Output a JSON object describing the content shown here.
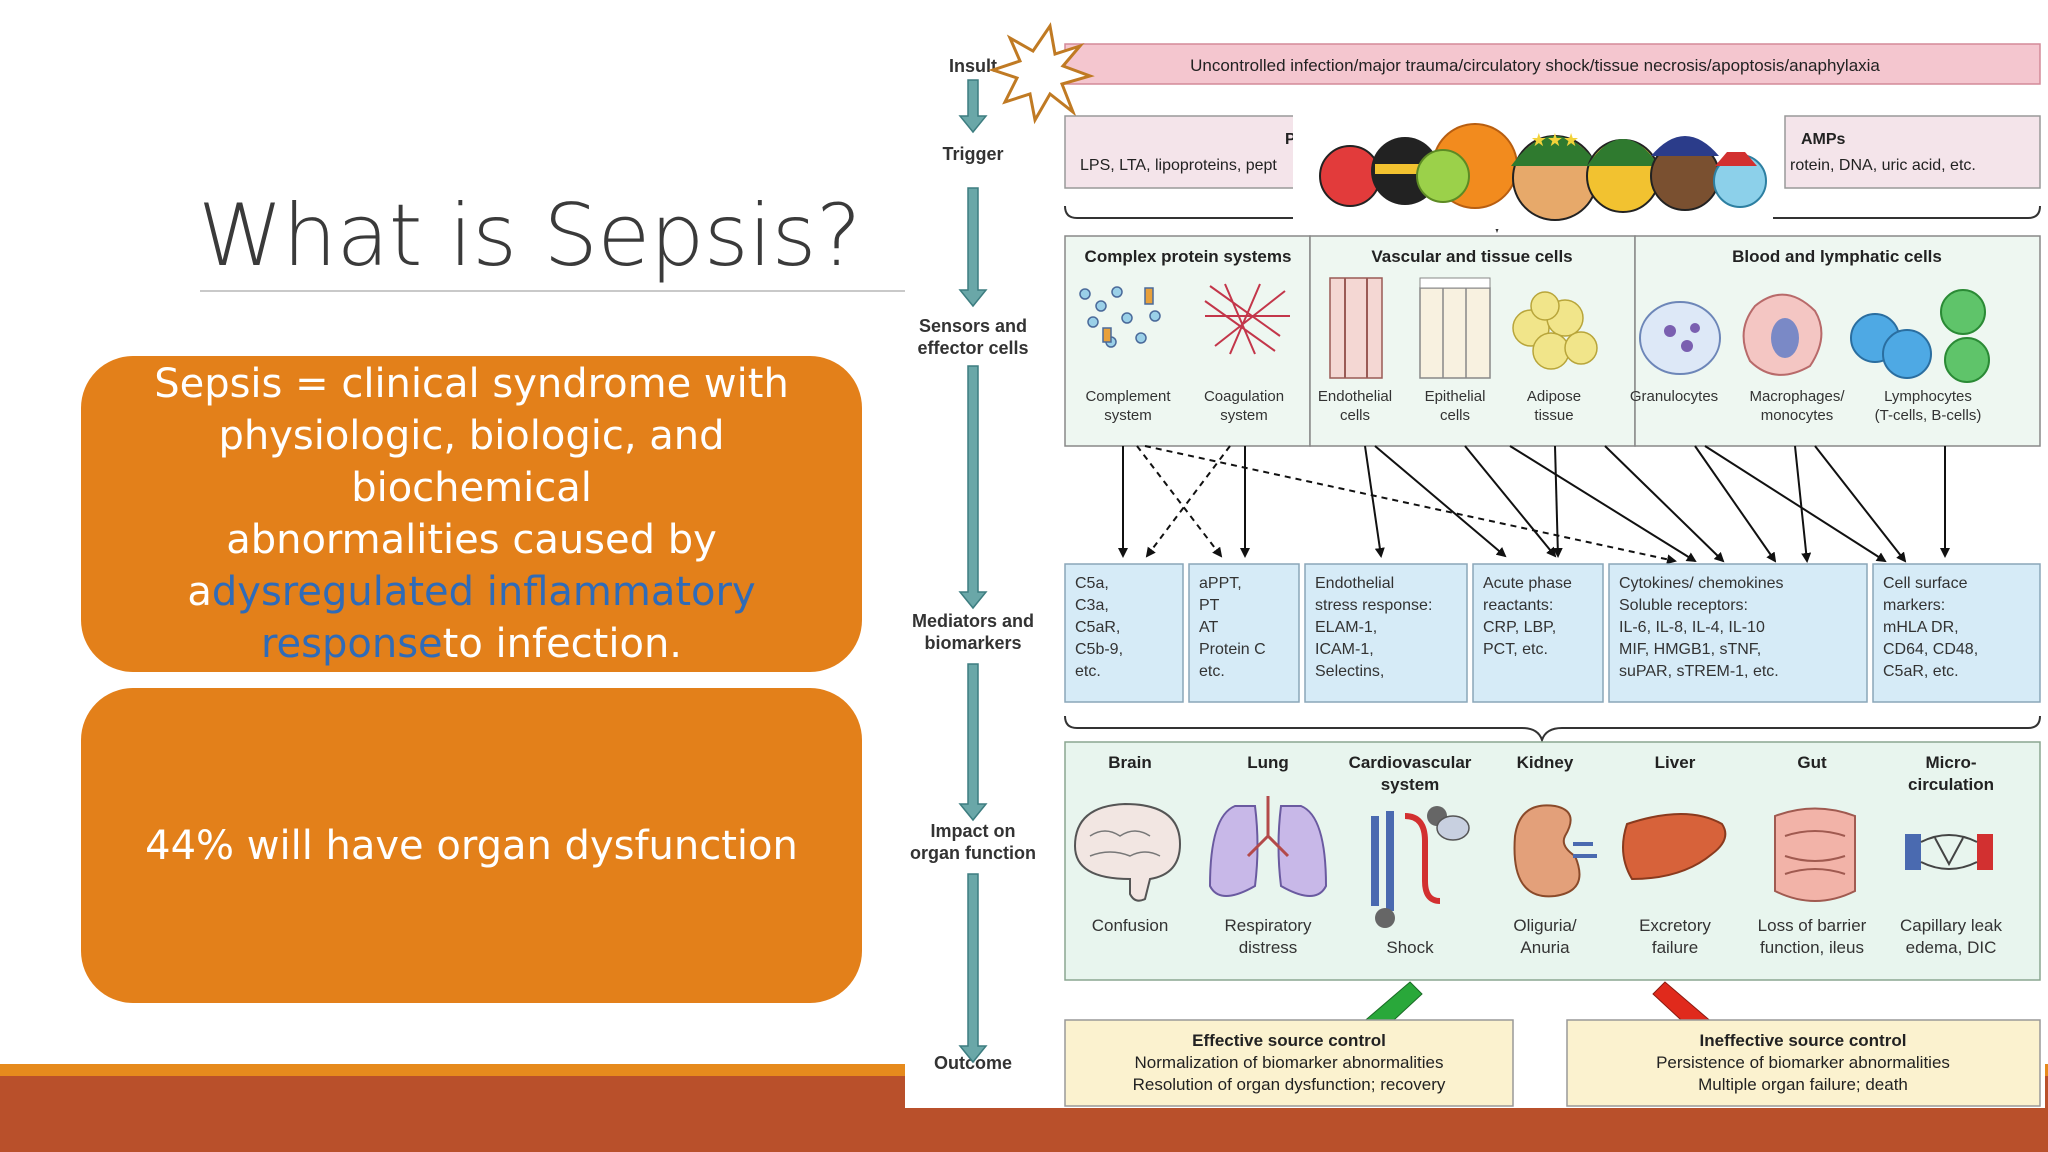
{
  "slide": {
    "title": "What is Sepsis?",
    "box1": {
      "line1": "Sepsis = clinical syndrome with",
      "line2": "physiologic, biologic, and biochemical",
      "line3": "abnormalities caused by",
      "pre": "a",
      "highlight1": "dysregulated inflammatory",
      "highlight2": "response",
      "post": "to infection."
    },
    "box2": {
      "text": "44% will have organ dysfunction"
    },
    "colors": {
      "box": "#e3801a",
      "highlight": "#2f6bb8",
      "band_top": "#e68a1d",
      "band_bottom": "#b9502b"
    }
  },
  "diagram": {
    "stages": {
      "insult": "Insult",
      "trigger": "Trigger",
      "sensors1": "Sensors and",
      "sensors2": "effector cells",
      "mediators1": "Mediators and",
      "mediators2": "biomarkers",
      "impact1": "Impact on",
      "impact2": "organ function",
      "outcome": "Outcome"
    },
    "insult_text": "Uncontrolled infection/major trauma/circulatory shock/tissue necrosis/apoptosis/anaphylaxia",
    "trigger_left_title": "P",
    "trigger_left_text": "LPS, LTA, lipoproteins, pept",
    "trigger_right_title": "AMPs",
    "trigger_right_text": "rotein, DNA, uric acid, etc.",
    "groups": {
      "g1": "Complex protein systems",
      "g2": "Vascular and tissue cells",
      "g3": "Blood and lymphatic cells"
    },
    "sensors": [
      {
        "l1": "Complement",
        "l2": "system"
      },
      {
        "l1": "Coagulation",
        "l2": "system"
      },
      {
        "l1": "Endothelial",
        "l2": "cells"
      },
      {
        "l1": "Epithelial",
        "l2": "cells"
      },
      {
        "l1": "Adipose",
        "l2": "tissue"
      },
      {
        "l1": "Granulocytes",
        "l2": ""
      },
      {
        "l1": "Macrophages/",
        "l2": "monocytes"
      },
      {
        "l1": "Lymphocytes",
        "l2": "(T-cells, B-cells)"
      }
    ],
    "mediators": [
      {
        "lines": [
          "C5a,",
          "C3a,",
          "C5aR,",
          "C5b-9,",
          "etc."
        ]
      },
      {
        "lines": [
          "aPPT,",
          "PT",
          "AT",
          "Protein C",
          "etc."
        ]
      },
      {
        "lines": [
          "Endothelial",
          "stress response:",
          "ELAM-1,",
          "ICAM-1,",
          "Selectins,"
        ]
      },
      {
        "lines": [
          "Acute phase",
          "reactants:",
          "CRP, LBP,",
          "PCT, etc."
        ]
      },
      {
        "lines": [
          "Cytokines/ chemokines",
          "Soluble receptors:",
          "IL-6, IL-8, IL-4, IL-10",
          "MIF, HMGB1, sTNF,",
          "suPAR, sTREM-1, etc."
        ]
      },
      {
        "lines": [
          "Cell surface",
          "markers:",
          "mHLA DR,",
          "CD64, CD48,",
          "C5aR, etc."
        ]
      }
    ],
    "organs": [
      {
        "name1": "Brain",
        "name2": "",
        "eff1": "Confusion",
        "eff2": ""
      },
      {
        "name1": "Lung",
        "name2": "",
        "eff1": "Respiratory",
        "eff2": "distress"
      },
      {
        "name1": "Cardiovascular",
        "name2": "system",
        "eff1": "",
        "eff2": "Shock"
      },
      {
        "name1": "Kidney",
        "name2": "",
        "eff1": "Oliguria/",
        "eff2": "Anuria"
      },
      {
        "name1": "Liver",
        "name2": "",
        "eff1": "Excretory",
        "eff2": "failure"
      },
      {
        "name1": "Gut",
        "name2": "",
        "eff1": "Loss of barrier",
        "eff2": "function, ileus"
      },
      {
        "name1": "Micro-",
        "name2": "circulation",
        "eff1": "Capillary leak",
        "eff2": "edema, DIC"
      }
    ],
    "outcome_good": {
      "title": "Effective source control",
      "l1": "Normalization of biomarker abnormalities",
      "l2": "Resolution of organ dysfunction; recovery"
    },
    "outcome_bad": {
      "title": "Ineffective source control",
      "l1": "Persistence of biomarker abnormalities",
      "l2": "Multiple organ failure; death"
    },
    "colors": {
      "insult_fill": "#f4c6cf",
      "sensor_fill": "#e8f5ee",
      "mediator_fill": "#d6ebf7",
      "organ_fill": "#e8f5ee",
      "outcome_fill": "#fbf2cf",
      "good_arrow": "#29a83a",
      "bad_arrow": "#e02a1c",
      "stage_arrow": "#5f9ea0"
    }
  }
}
